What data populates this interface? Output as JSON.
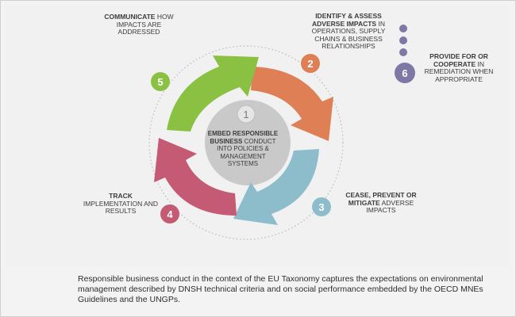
{
  "colors": {
    "step1": "#c9c9c9",
    "step2": "#df7f56",
    "step3": "#8dbccb",
    "step4": "#c45a73",
    "step5": "#8bc143",
    "step6": "#7e78a6",
    "outer_ring": "#b9b9b9"
  },
  "steps": [
    {
      "number": "1",
      "bold": "Embed responsible business",
      "rest": "conduct into policies & management systems"
    },
    {
      "number": "2",
      "bold": "Identify & assess adverse impacts",
      "rest": "in operations, supply chains & business relationships"
    },
    {
      "number": "3",
      "bold": "Cease, prevent or mitigate",
      "rest": "adverse impacts"
    },
    {
      "number": "4",
      "bold": "Track",
      "rest": "implementation and results"
    },
    {
      "number": "5",
      "bold": "Communicate",
      "rest": "how impacts are addressed"
    },
    {
      "number": "6",
      "bold": "Provide for or cooperate",
      "rest": "in remediation when appropriate"
    }
  ],
  "caption": "Responsible business conduct in the context of the EU Taxonomy captures the expectations on environmental management described by DNSH technical criteria and on social performance embedded by the OECD MNEs Guidelines and the UNGPs."
}
